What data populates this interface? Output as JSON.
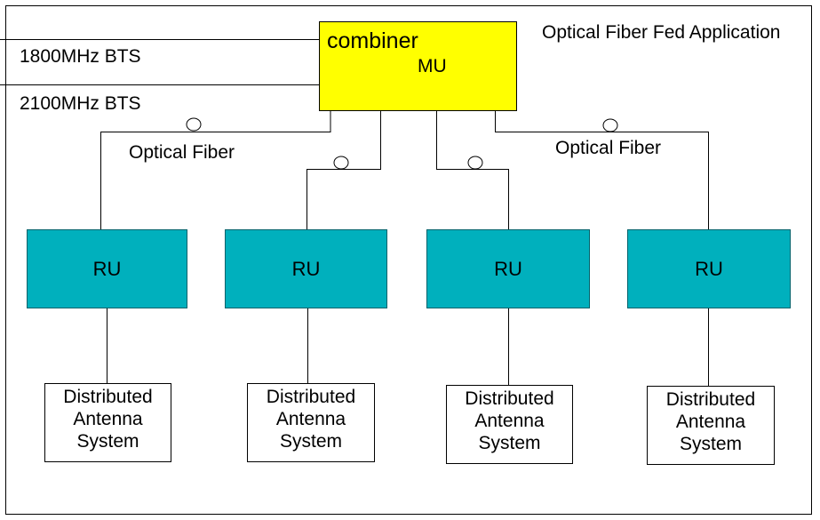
{
  "title": "Optical Fiber Fed Application",
  "bts": [
    {
      "label": "1800MHz  BTS"
    },
    {
      "label": "2100MHz BTS"
    }
  ],
  "mu": {
    "combiner_label": "combiner",
    "label": "MU",
    "color": "#ffff00"
  },
  "fiber_labels": [
    "Optical Fiber",
    "Optical Fiber"
  ],
  "ru_units": [
    {
      "label": "RU",
      "color": "#00b0bd"
    },
    {
      "label": "RU",
      "color": "#00b0bd"
    },
    {
      "label": "RU",
      "color": "#00b0bd"
    },
    {
      "label": "RU",
      "color": "#00b0bd"
    }
  ],
  "das_units": [
    {
      "lines": [
        "Distributed",
        "Antenna",
        "System"
      ]
    },
    {
      "lines": [
        "Distributed",
        "Antenna",
        "System"
      ]
    },
    {
      "lines": [
        "Distributed",
        "Antenna",
        "System"
      ]
    },
    {
      "lines": [
        "Distributed",
        "Antenna",
        "System"
      ]
    }
  ]
}
